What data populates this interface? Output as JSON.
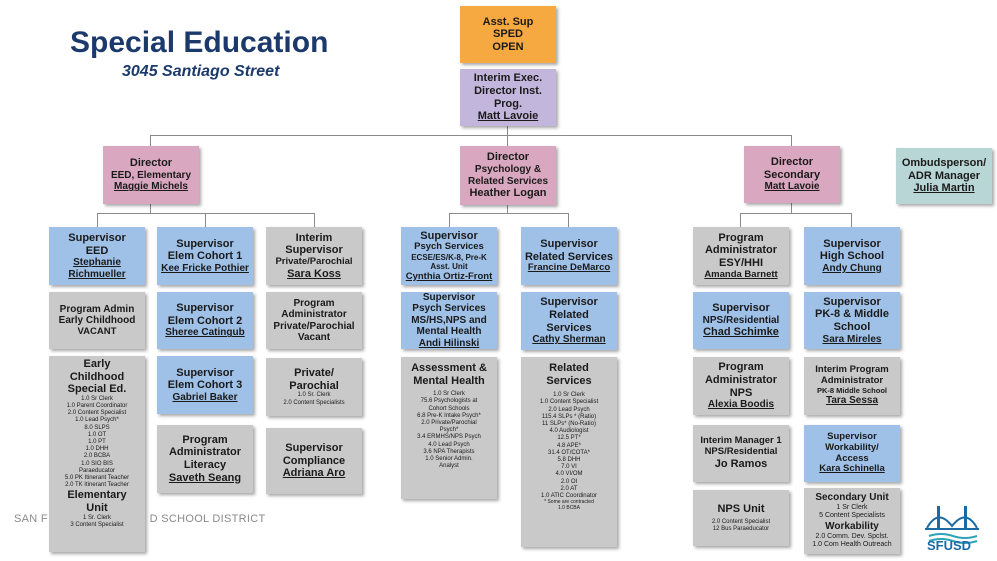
{
  "header": {
    "title": "Special Education",
    "subtitle": "3045 Santiago Street"
  },
  "footer": {
    "left_text": "SAN F",
    "left_text_2": "D SCHOOL DISTRICT",
    "logo_text": "SFUSD"
  },
  "top": {
    "asst_sup": [
      "Asst. Sup",
      "SPED",
      "OPEN"
    ],
    "interim_exec": [
      "Interim Exec.",
      "Director Inst.",
      "Prog."
    ],
    "interim_exec_name": "Matt Lavoie"
  },
  "directors": {
    "elem": {
      "lines": [
        "Director",
        "EED, Elementary"
      ],
      "name": "Maggie Michels"
    },
    "psych": {
      "lines": [
        "Director",
        "Psychology  &",
        "Related Services"
      ],
      "name": "Heather Logan"
    },
    "secondary": {
      "lines": [
        "Director",
        "Secondary"
      ],
      "name": "Matt Lavoie"
    }
  },
  "ombuds": {
    "lines": [
      "Ombudsperson/",
      "ADR Manager"
    ],
    "name": "Julia Martin"
  },
  "col1": {
    "sup_eed": {
      "lines": [
        "Supervisor",
        "EED"
      ],
      "name": "Stephanie Richmueller"
    },
    "prog_admin": {
      "lines": [
        "Program Admin",
        "Early Childhood",
        "VACANT"
      ]
    },
    "ecse": {
      "heading": [
        "Early",
        "Childhood",
        "Special Ed."
      ],
      "items": [
        "1.0 Sr Clerk",
        "1.0 Parent Coordinator",
        "2.0 Content Specialist",
        "1.0 Lead Psych*",
        "8.0 SLPS",
        "1.0 OT",
        "1.0 PT",
        "1.0 DHH",
        "2.0 BCBA",
        "1.0 SIO BIS",
        "Paraeducator",
        "5.0 PK Itinerant Teacher",
        "2.0 TK Itinerant Teacher"
      ],
      "heading2": [
        "Elementary",
        "Unit"
      ],
      "items2": [
        "1  Sr. Clerk",
        "3 Content Specialist"
      ]
    }
  },
  "col2": {
    "cohort1": {
      "lines": [
        "Supervisor",
        "Elem Cohort 1"
      ],
      "name": "Kee Fricke Pothier"
    },
    "cohort2": {
      "lines": [
        "Supervisor",
        "Elem Cohort 2"
      ],
      "name": "Sheree Catingub"
    },
    "cohort3": {
      "lines": [
        "Supervisor",
        "Elem Cohort 3"
      ],
      "name": "Gabriel Baker"
    },
    "literacy": {
      "lines": [
        "Program",
        "Administrator",
        "Literacy"
      ],
      "name": "Saveth Seang"
    }
  },
  "col3": {
    "interim_sup": {
      "lines": [
        "Interim",
        "Supervisor",
        "Private/Parochial"
      ],
      "name": "Sara Koss"
    },
    "prog_admin": {
      "lines": [
        "Program",
        "Administrator",
        "Private/Parochial",
        "Vacant"
      ]
    },
    "private": {
      "heading": [
        "Private/",
        "Parochial"
      ],
      "items": [
        "1.0 Sr. Clerk",
        "2.0 Content Specialists"
      ]
    },
    "compliance": {
      "lines": [
        "Supervisor",
        "Compliance"
      ],
      "name": "Adriana Aro"
    }
  },
  "col4": {
    "psych_sup": {
      "lines": [
        "Supervisor",
        "Psych Services",
        "ECSE/ES/K-8, Pre-K",
        "Asst. Unit"
      ],
      "name": "Cynthia Ortiz-Front"
    },
    "psych_ms": {
      "lines": [
        "Supervisor",
        "Psych Services",
        "MS/HS,NPS and",
        "Mental Health"
      ],
      "name": "Andi Hilinski"
    },
    "assessment": {
      "heading": [
        "Assessment &",
        "Mental Health"
      ],
      "items": [
        "1.0 Sr Clerk",
        "75.6 Psychologists at",
        "Cohort Schools",
        "6.8 Pre-K Intake Psych*",
        "2.0 Private/Parochial",
        "Psych*",
        "3.4 ERMHS/NPS Psych",
        "4.0 Lead Psych",
        "3.6 NPA Therapists",
        "1.0 Senior Admin.",
        "Analyst"
      ]
    }
  },
  "col5": {
    "related_sup": {
      "lines": [
        "Supervisor",
        "Related Services"
      ],
      "name": "Francine DeMarco"
    },
    "related_sup2": {
      "lines": [
        "Supervisor",
        "Related",
        "Services"
      ],
      "name": "Cathy Sherman"
    },
    "related": {
      "heading": [
        "Related",
        "Services"
      ],
      "items": [
        "1.0 Sr Clerk",
        "1.0 Content Specialist",
        "2.0 Lead Psych",
        "115.4 SLPs * (Ratio)",
        "11 SLPs* (No-Ratio)",
        "4.0 Audiologist",
        "12.5 PT*",
        "4.8 APE*",
        "31.4 OT/COTA*",
        "5.8 DHH",
        "7.0 VI",
        "4.0 VI/OM",
        "2.0 OI",
        "2.0 AT",
        "1.0 ATIC Coordinator"
      ],
      "notes": [
        "* Some are contracted",
        "1.0 BCBA"
      ]
    }
  },
  "col6": {
    "esy": {
      "lines": [
        "Program",
        "Administrator",
        "ESY/HHI"
      ],
      "name": "Amanda Barnett"
    },
    "nps_res": {
      "lines": [
        "Supervisor",
        "NPS/Residential"
      ],
      "name": "Chad Schimke"
    },
    "nps_admin": {
      "lines": [
        "Program",
        "Administrator",
        "NPS"
      ],
      "name": "Alexia Boodis"
    },
    "interim_mgr": {
      "lines": [
        "Interim Manager 1",
        "NPS/Residential",
        "Jo Ramos"
      ]
    },
    "nps_unit": {
      "heading": [
        "NPS  Unit"
      ],
      "items": [
        "2.0 Content Specialist",
        "12 Bus Paraeducator"
      ]
    }
  },
  "col7": {
    "hs": {
      "lines": [
        "Supervisor",
        "High School"
      ],
      "name": "Andy Chung"
    },
    "pk8": {
      "lines": [
        "Supervisor",
        "PK-8 & Middle",
        "School"
      ],
      "name": "Sara Mireles"
    },
    "interim_pa": {
      "lines": [
        "Interim Program",
        "Administrator",
        "PK-8 Middle School"
      ],
      "name": "Tara Sessa"
    },
    "workability": {
      "lines": [
        "Supervisor",
        "Workability/",
        "Access"
      ],
      "name": "Kara Schinella"
    },
    "secondary_unit": {
      "heading": [
        "Secondary Unit"
      ],
      "items": [
        "1  Sr Clerk",
        "5  Content Specialists"
      ],
      "heading2": [
        "Workability"
      ],
      "items2": [
        "2.0 Comm. Dev. Spclst.",
        "1.0 Com  Health Outreach"
      ]
    }
  },
  "colors": {
    "title": "#1b3a6b",
    "orange": "#f7a941",
    "purple": "#c3b6dc",
    "pink": "#d9a7bf",
    "blue": "#9fc1e8",
    "gray": "#c9c9c9",
    "teal": "#b9d6d6"
  }
}
